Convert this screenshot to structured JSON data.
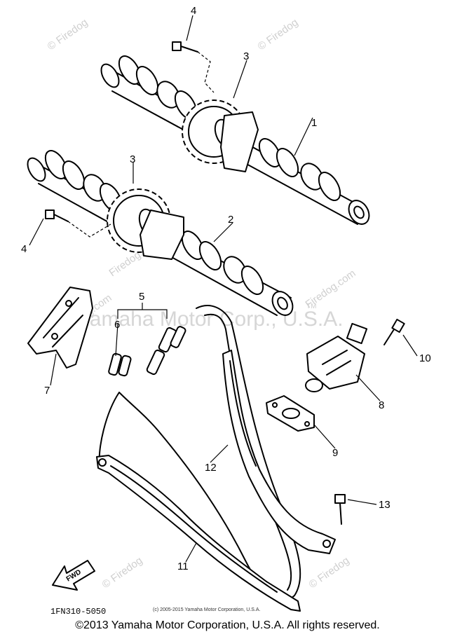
{
  "diagram_code": "1FN310-5050",
  "inner_copyright": "(c) 2005-2015 Yamaha Motor Corporation, U.S.A.",
  "footer_copyright": "©2013 Yamaha Motor Corporation, U.S.A. All rights reserved.",
  "watermark_firedog": "© Firedog",
  "watermark_firedog_com": "Firedog.com",
  "watermark_yamaha": "Yamaha Motor Corp., U.S.A.",
  "watermark_tm": "TM",
  "fwd_label": "FWD",
  "callouts": {
    "c1": "1",
    "c2": "2",
    "c3a": "3",
    "c3b": "3",
    "c4a": "4",
    "c4b": "4",
    "c5": "5",
    "c6": "6",
    "c7": "7",
    "c8": "8",
    "c9": "9",
    "c10": "10",
    "c11": "11",
    "c12": "12",
    "c13": "13"
  },
  "colors": {
    "ink": "#000000",
    "watermark": "#cfcfcf",
    "background": "#ffffff"
  }
}
